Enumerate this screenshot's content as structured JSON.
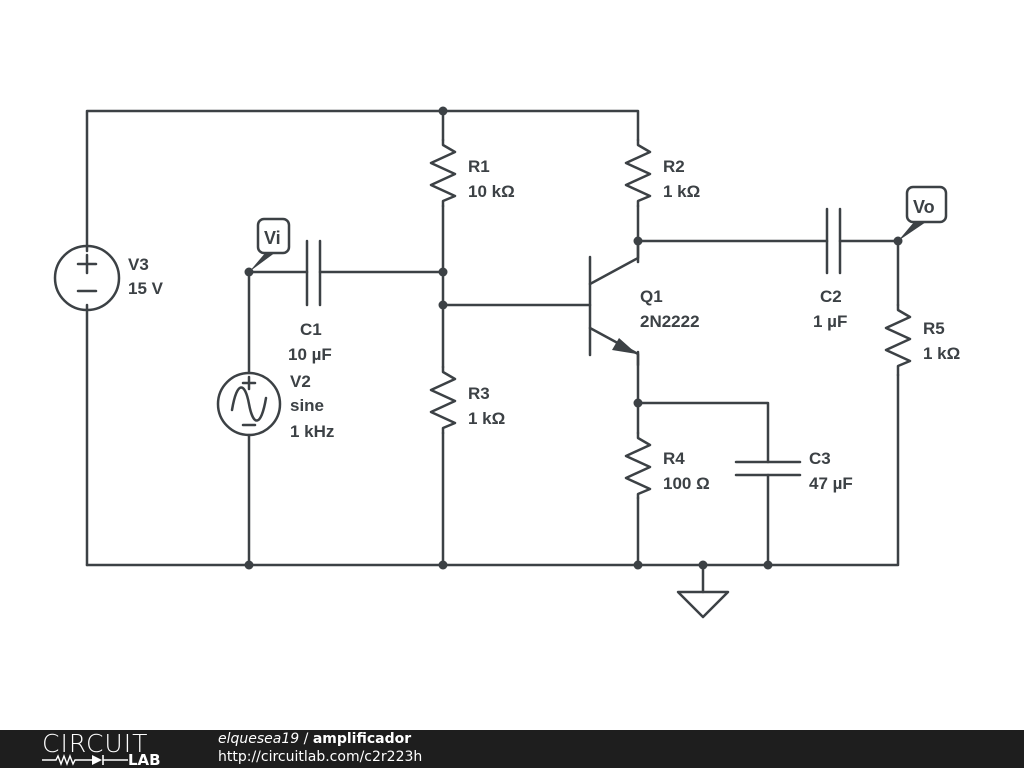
{
  "schematic": {
    "components": {
      "V3": {
        "name": "V3",
        "value": "15 V"
      },
      "V2": {
        "name": "V2",
        "type": "sine",
        "value": "1 kHz"
      },
      "C1": {
        "name": "C1",
        "value": "10 µF"
      },
      "C2": {
        "name": "C2",
        "value": "1 µF"
      },
      "C3": {
        "name": "C3",
        "value": "47 µF"
      },
      "R1": {
        "name": "R1",
        "value": "10 kΩ"
      },
      "R2": {
        "name": "R2",
        "value": "1 kΩ"
      },
      "R3": {
        "name": "R3",
        "value": "1 kΩ"
      },
      "R4": {
        "name": "R4",
        "value": "100 Ω"
      },
      "R5": {
        "name": "R5",
        "value": "1 kΩ"
      },
      "Q1": {
        "name": "Q1",
        "value": "2N2222"
      }
    },
    "probes": {
      "vi": "Vi",
      "vo": "Vo"
    },
    "symbols": {
      "plus": "+",
      "minus": "−"
    }
  },
  "footer": {
    "logo_top": "CIRCUIT",
    "logo_bottom": "LAB",
    "user": "elquesea19",
    "separator": " / ",
    "title": "amplificador",
    "url": "http://circuitlab.com/c2r223h"
  }
}
